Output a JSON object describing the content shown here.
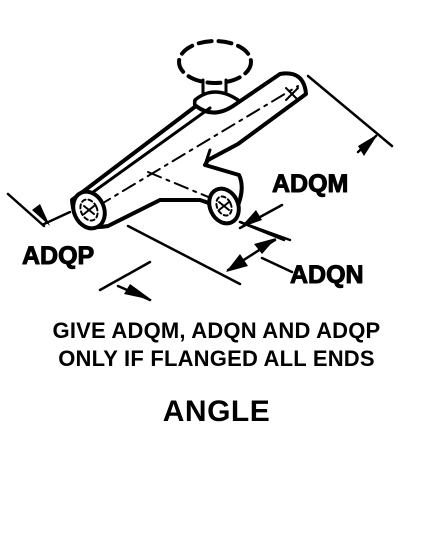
{
  "labels": {
    "adqm": "ADQM",
    "adqn": "ADQN",
    "adqp": "ADQP"
  },
  "note": {
    "line1": "GIVE ADQM, ADQN AND ADQP",
    "line2": "ONLY IF FLANGED ALL ENDS"
  },
  "caption": "ANGLE"
}
